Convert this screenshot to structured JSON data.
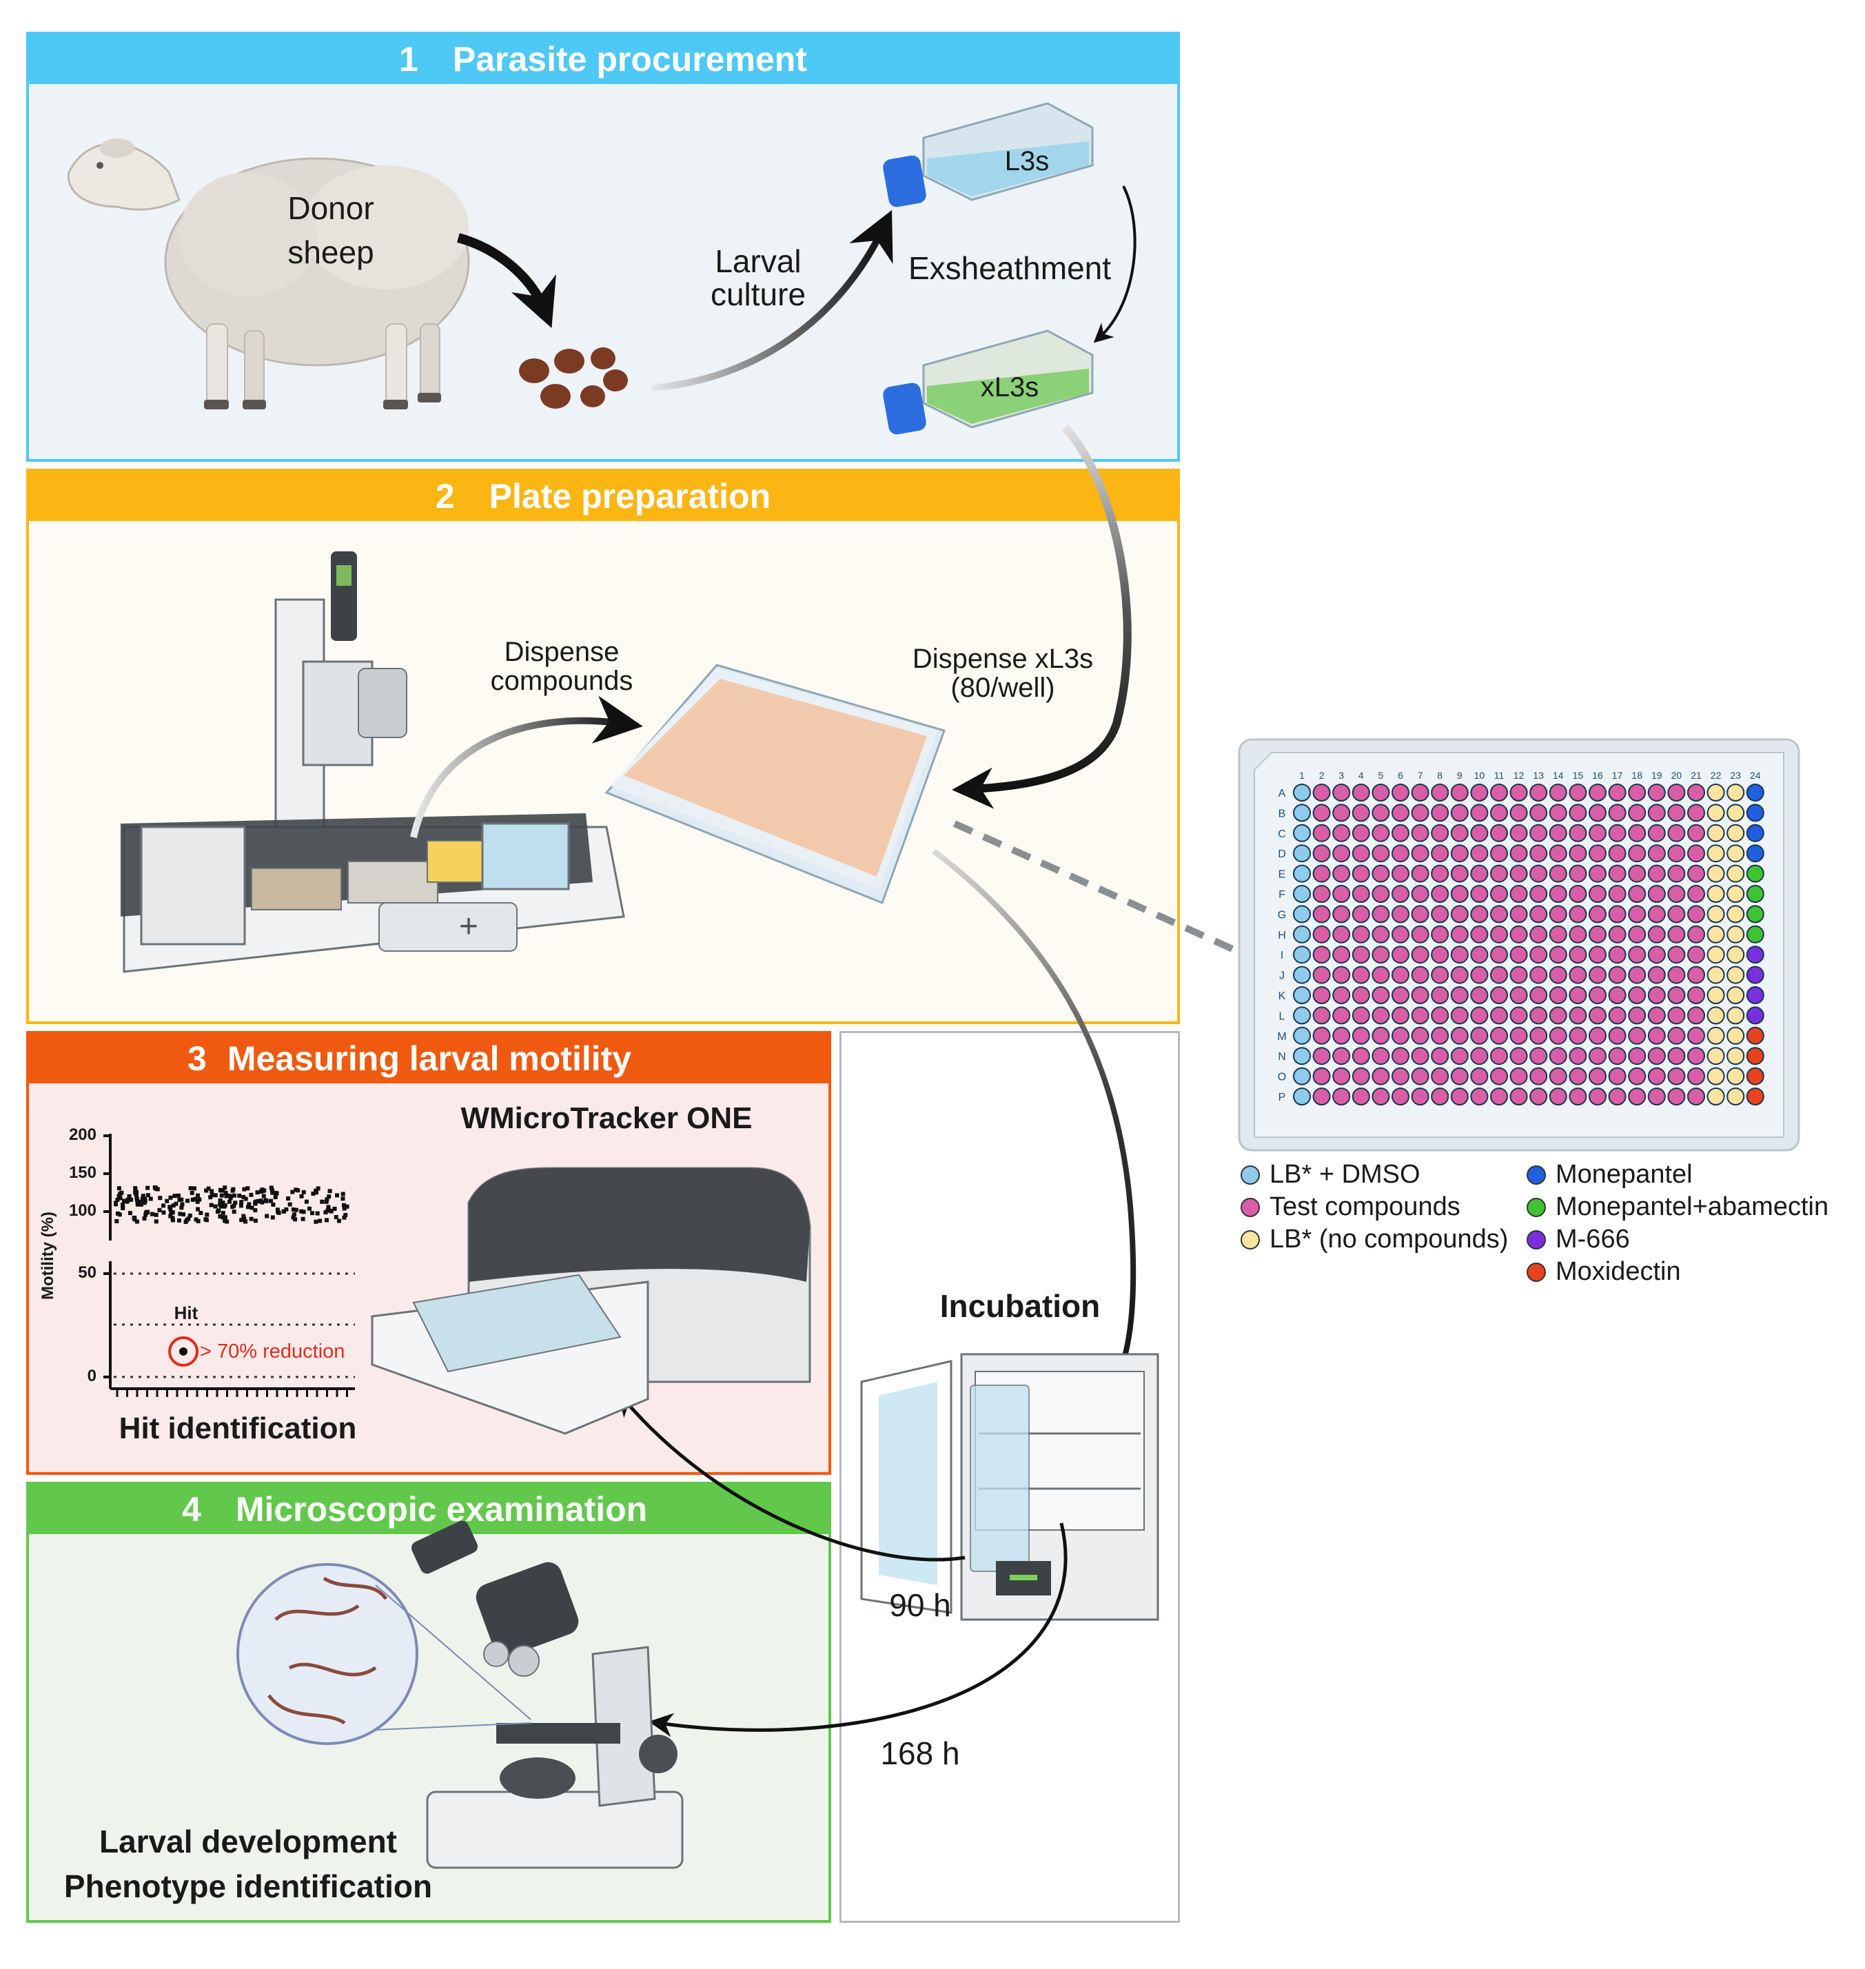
{
  "sections": [
    {
      "number": "1",
      "title": "Parasite procurement",
      "color": "#4ec8f5",
      "bg": "#eef3f7"
    },
    {
      "number": "2",
      "title": "Plate preparation",
      "color": "#fbb614",
      "bg": "#fdfbf3"
    },
    {
      "number": "3",
      "title": "Measuring larval motility",
      "color": "#f05a10",
      "bg": "#fbeaea"
    },
    {
      "number": "4",
      "title": "Microscopic examination",
      "color": "#62c84c",
      "bg": "#eef4ec"
    }
  ],
  "section1": {
    "donor": "Donor\nsheep",
    "larval_culture": "Larval\nculture",
    "exsheathment": "Exsheathment",
    "flask_top": "L3s",
    "flask_bottom": "xL3s"
  },
  "section2": {
    "dispense_compounds": "Dispense\ncompounds",
    "dispense_xl3s": "Dispense xL3s\n(80/well)"
  },
  "section3": {
    "device": "WMicroTracker ONE",
    "hit_identification": "Hit identification",
    "hit": "Hit",
    "reduction": "> 70% reduction",
    "ylabel": "Motility (%)",
    "yticks_top": [
      "200",
      "150",
      "100"
    ],
    "yticks_bottom": [
      "50",
      "0"
    ]
  },
  "section4": {
    "line1": "Larval development",
    "line2": "Phenotype identification"
  },
  "incubation": {
    "title": "Incubation",
    "time1": "90 h",
    "time2": "168 h"
  },
  "plate": {
    "columns": [
      "1",
      "2",
      "3",
      "4",
      "5",
      "6",
      "7",
      "8",
      "9",
      "10",
      "11",
      "12",
      "13",
      "14",
      "15",
      "16",
      "17",
      "18",
      "19",
      "20",
      "21",
      "22",
      "23",
      "24"
    ],
    "rows": [
      "A",
      "B",
      "C",
      "D",
      "E",
      "F",
      "G",
      "H",
      "I",
      "J",
      "K",
      "L",
      "M",
      "N",
      "O",
      "P"
    ]
  },
  "legend": [
    {
      "label": "LB* + DMSO",
      "color": "#8ecbec"
    },
    {
      "label": "Test compounds",
      "color": "#d95ea6"
    },
    {
      "label": "LB* (no compounds)",
      "color": "#fbe3a0"
    },
    {
      "label": "Monepantel",
      "color": "#1f5fe0"
    },
    {
      "label": "Monepantel+abamectin",
      "color": "#3fc431"
    },
    {
      "label": "M-666",
      "color": "#7a2ee0"
    },
    {
      "label": "Moxidectin",
      "color": "#e8431c"
    }
  ]
}
